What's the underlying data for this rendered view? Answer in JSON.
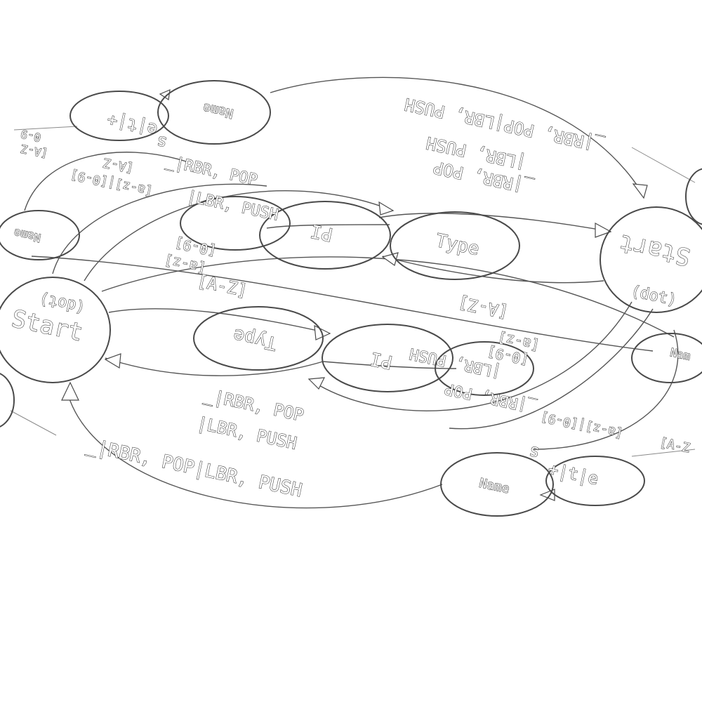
{
  "diagram": {
    "nodes": {
      "start_left": "Start",
      "start_left_sub": "(dot)",
      "start_right": "Start",
      "start_right_sub": "(dot)",
      "type_center": "Type",
      "type_left": "Type",
      "pi_upper": "PI",
      "pi_lower": "PI",
      "name_top": "Name",
      "name_bottom": "Name",
      "name_left": "Name",
      "name_right": "Nam",
      "e_top": "e|t|+",
      "e_bottom": "+|t|e"
    },
    "labels": {
      "top_arc": "_|RBR, POP|LBR, PUSH",
      "mid_upper_1": "_|RBR, POP",
      "mid_upper_2": "|LBR, PUSH",
      "mid_lower_1": "_|RBR, POP",
      "mid_lower_2": "|LBR, PUSH",
      "bottom_arc": "_|RBR, POP|LBR, PUSH",
      "az_left": "[A-Z]",
      "az_right": "[A-Z]",
      "az09_left_1": "[a-z]",
      "az09_left_2": "[0-9]",
      "az09_right_1": "[a-z]",
      "az09_right_2": "[0-9]",
      "s_top": "s",
      "s_bottom": "s",
      "rbr_pop_top": "_|RBR, POP",
      "lbr_push_top": "|LBR, PUSH",
      "rbr_pop_bottom": "_|RBR, POP",
      "lbr_push_bottom": "|LBR, PUSH",
      "az09_top_1": "[A-Z",
      "az09_top_2": "[a-z]|[0-9]",
      "az09_bottom_1": "[A-Z",
      "az09_bottom_2": "[a-z]|[0-9]",
      "edge_left_1": "[A-Z",
      "edge_left_2": "0-9"
    }
  }
}
